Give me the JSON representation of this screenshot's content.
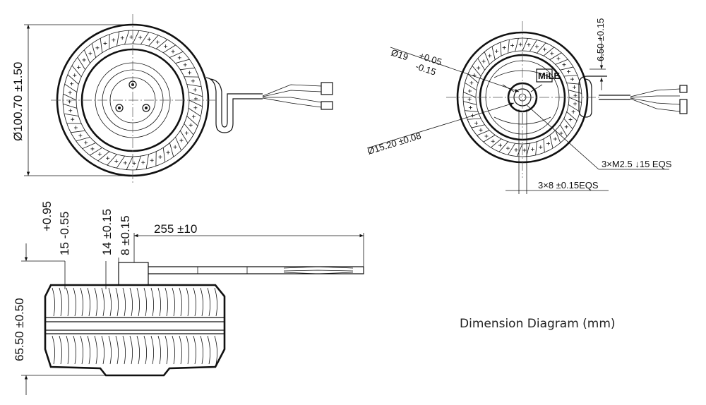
{
  "caption": "Dimension Diagram (mm)",
  "dimensions": {
    "outer_diameter": "Ø100.70 ±1.50",
    "bore_diameter_value": "Ø19",
    "bore_tol_upper": "+0.05",
    "bore_tol_lower": "-0.15",
    "hub_diameter": "Ø15.20 ±0.08",
    "top_offset": "6.50 ±0.15",
    "screws": "3×M2.5 ↓15 EQS",
    "screw_pitch": "3×8 ±0.15EQS",
    "side_tol_upper": "+0.95",
    "side_depth": "15 -0.55",
    "depth_14": "14 ±0.15",
    "depth_8": "8 ±0.15",
    "cable_length": "255 ±10",
    "height": "65.50 ±0.50"
  },
  "logo_text": "MiLE"
}
